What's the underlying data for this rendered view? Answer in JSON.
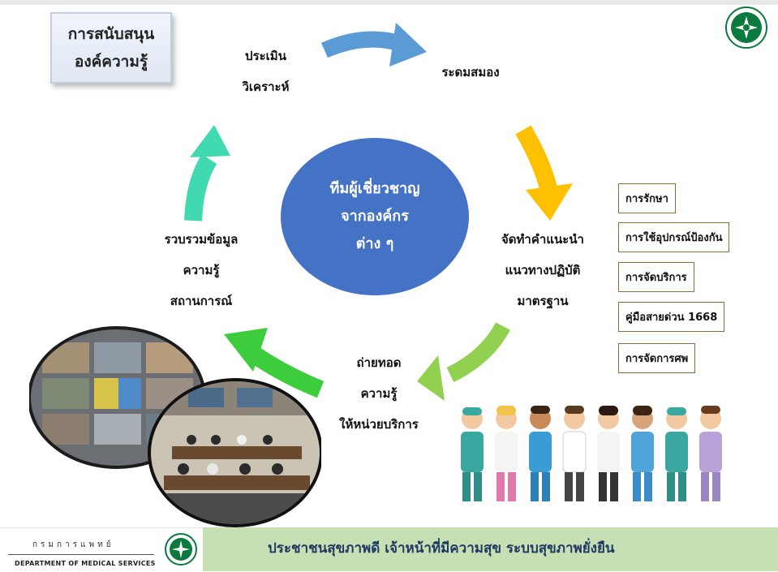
{
  "title": {
    "line1": "การสนับสนุน",
    "line2": "องค์ความรู้"
  },
  "cycle": {
    "assess": {
      "line1": "ประเมิน",
      "line2": "วิเคราะห์"
    },
    "brainstorm": "ระดมสมอง",
    "guidance": {
      "line1": "จัดทำคำแนะนำ",
      "line2": "แนวทางปฏิบัติ",
      "line3": "มาตรฐาน"
    },
    "transfer": {
      "line1": "ถ่ายทอด",
      "line2": "ความรู้",
      "line3": "ให้หน่วยบริการ"
    },
    "collect": {
      "line1": "รวบรวมข้อมูล",
      "line2": "ความรู้",
      "line3": "สถานการณ์"
    }
  },
  "center": {
    "line1": "ทีมผู้เชี่ยวชาญ",
    "line2": "จากองค์กร",
    "line3": "ต่าง ๆ"
  },
  "tags": [
    "การรักษา",
    "การใช้อุปกรณ์ป้องกัน",
    "การจัดบริการ",
    "คู่มือสายด่วน 1668",
    "การจัดการศพ"
  ],
  "footer": {
    "dept_thai": "กรมการแพทย์",
    "dept_en": "DEPARTMENT OF MEDICAL SERVICES",
    "slogan": "ประชาชนสุขภาพดี  เจ้าหน้าที่มีความสุข  ระบบสุขภาพยั่งยืน"
  },
  "colors": {
    "circle": "#4472c4",
    "arrow_top": "#5b9bd5",
    "arrow_right": "#ffc000",
    "arrow_bottom_right": "#92d050",
    "arrow_bottom_left": "#3ccc3c",
    "arrow_left": "#40d9b0",
    "footer_band": "#c6e0b4",
    "logo": "#0b7a3e"
  },
  "icons": [
    "department-logo-icon",
    "video-conference-photo",
    "meeting-room-photo",
    "medical-staff-illustration"
  ]
}
